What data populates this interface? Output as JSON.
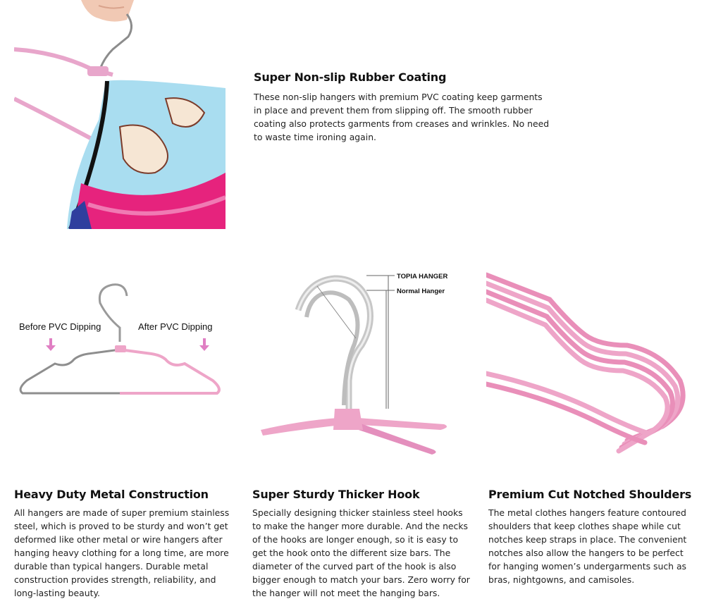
{
  "sections": [
    {
      "title": "Super Non-slip Rubber Coating",
      "body": "These non-slip hangers with premium PVC coating keep garments in place and prevent them from slipping off. The smooth rubber coating also protects garments from creases and wrinkles. No need to waste time ironing again."
    },
    {
      "title": "Heavy Duty Metal Construction",
      "body": "All hangers are made of super premium stainless steel, which is proved to be sturdy and won’t get deformed like other metal or wire hangers after hanging heavy clothing for a long time, are more durable than typical hangers. Durable metal construction provides strength, reliability, and long-lasting beauty."
    },
    {
      "title": "Super Sturdy Thicker Hook",
      "body": "Specially designing thicker stainless steel hooks to make the hanger more durable. And the necks of the hooks are longer enough, so it is easy to get the hook onto the different size bars. The diameter of the curved part of the hook is also bigger enough to match your bars. Zero worry for the hanger will not meet the hanging bars."
    },
    {
      "title": "Premium Cut Notched Shoulders",
      "body": "The metal clothes hangers feature contoured shoulders that keep clothes shape while cut notches keep straps in place. The convenient notches also allow the hangers to be perfect for hanging women’s undergarments such as bras, nightgowns, and camisoles."
    }
  ],
  "image_labels": {
    "before": "Before PVC Dipping",
    "after": "After PVC Dipping",
    "topia": "TOPIA HANGER",
    "normal": "Normal Hanger"
  },
  "colors": {
    "pink": "#eea5c8",
    "pink_dark": "#d97fae",
    "steel": "#9a9a9a",
    "arrow": "#e07fc3"
  }
}
